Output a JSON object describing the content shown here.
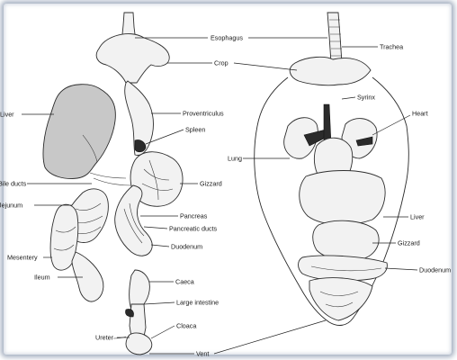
{
  "labels": {
    "esophagus": "Esophagus",
    "trachea": "Trachea",
    "crop": "Crop",
    "syrinx": "Syrinx",
    "liver_left": "Liver",
    "proventriculus": "Proventriculus",
    "heart": "Heart",
    "spleen": "Spleen",
    "lung": "Lung",
    "bile_ducts": "Bile ducts",
    "gizzard_left": "Gizzard",
    "jejunum": "Jejunum",
    "liver_right": "Liver",
    "pancreas": "Pancreas",
    "pancreatic_ducts": "Pancreatic ducts",
    "gizzard_right": "Gizzard",
    "duodenum_left": "Duodenum",
    "mesentery": "Mesentery",
    "duodenum_right": "Duodenum",
    "ileum": "Ileum",
    "caeca": "Caeca",
    "large_intestine": "Large intestine",
    "cloaca": "Cloaca",
    "ureter": "Ureter",
    "vent": "Vent"
  },
  "colors": {
    "liver_fill": "#c8c8c8",
    "frame_glow": "#5a6e8c"
  }
}
